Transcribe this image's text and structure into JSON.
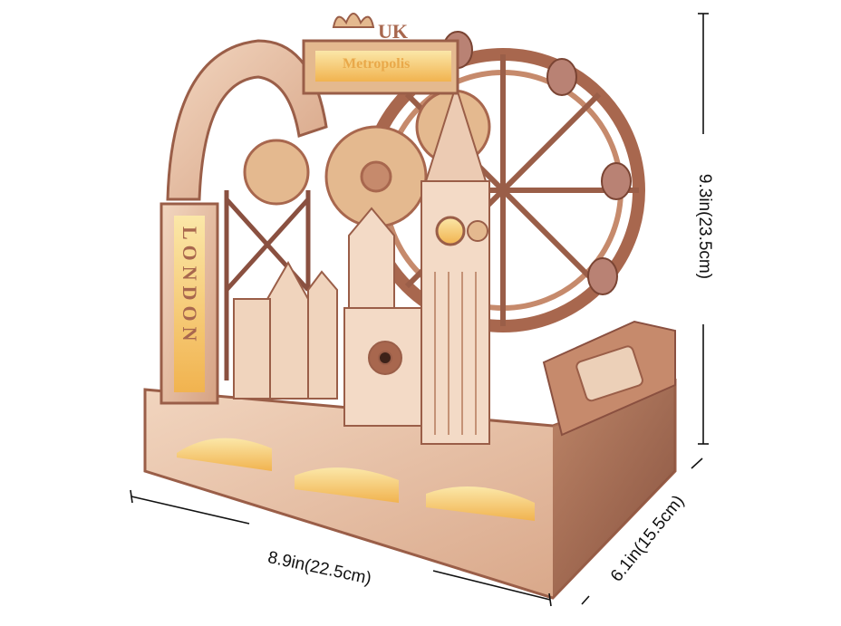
{
  "product": {
    "subject": "Wooden mechanical 3D puzzle model of London landmarks",
    "sign_top": "UK",
    "sign_banner": "Metropolis",
    "side_sign": "LONDON",
    "colors": {
      "wood_light": "#eccbb3",
      "wood_mid": "#d9a98a",
      "wood_dark": "#9a5e48",
      "wood_shadow": "#7a4433",
      "glow": "#f6c760",
      "background": "#ffffff"
    }
  },
  "dimensions": {
    "height_label": "9.3in(23.5cm)",
    "width_label": "8.9in(22.5cm)",
    "depth_label": "6.1in(15.5cm)"
  }
}
